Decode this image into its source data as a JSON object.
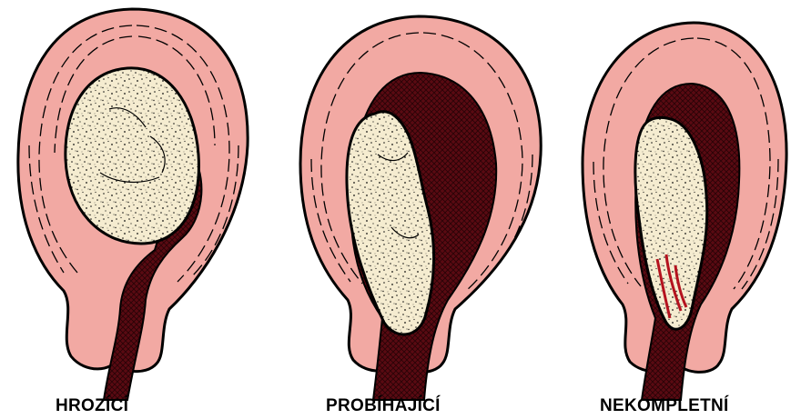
{
  "panels": [
    {
      "label": "HROZÍCÍ"
    },
    {
      "label": "PROBÍHAJÍCÍ"
    },
    {
      "label": "NEKOMPLETNÍ"
    }
  ],
  "colors": {
    "uterine_wall": "#f2a9a3",
    "outline": "#000000",
    "blood": "#5a0a12",
    "fresh_blood": "#b4121e",
    "tissue": "#f5ecd0",
    "background": "#ffffff"
  }
}
